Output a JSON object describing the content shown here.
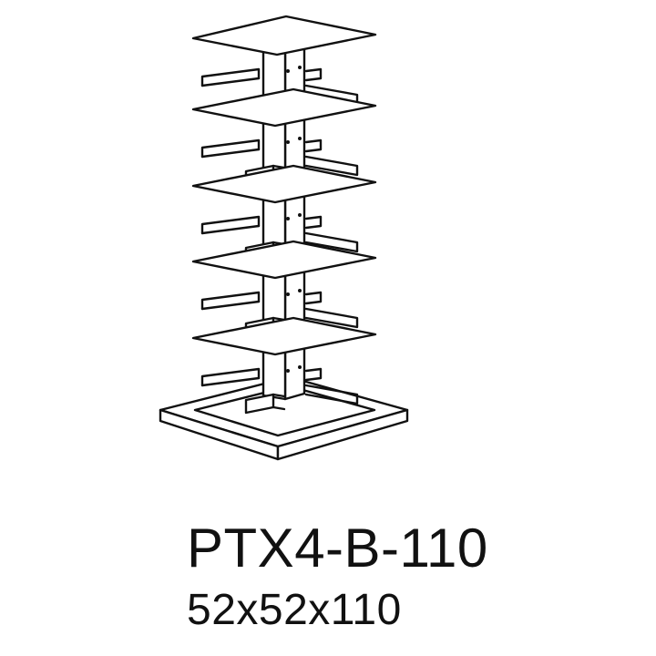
{
  "product": {
    "model_code": "PTX4-B-110",
    "dimensions": "52x52x110"
  },
  "drawing": {
    "description_icon": "rotating-shelf-tower-icon",
    "tier_count": 5,
    "line_color": "#111111",
    "fill_color": "#ffffff"
  }
}
